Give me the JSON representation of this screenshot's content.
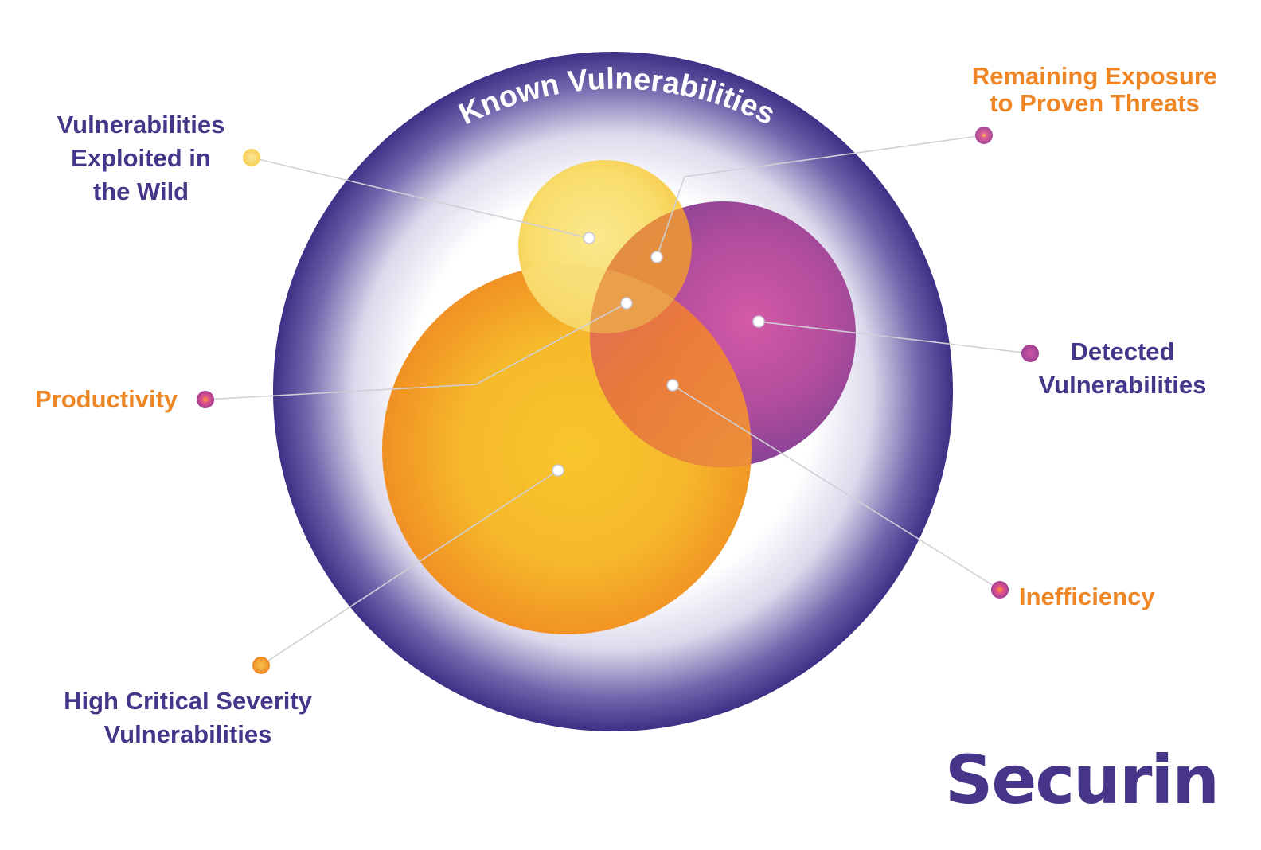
{
  "diagram": {
    "outer_arc_label": "Known Vulnerabilities",
    "labels": {
      "exploited_wild": [
        "Vulnerabilities",
        "Exploited in",
        "the Wild"
      ],
      "remaining_exposure": [
        "Remaining Exposure",
        "to Proven Threats"
      ],
      "detected": [
        "Detected",
        "Vulnerabilities"
      ],
      "productivity": "Productivity",
      "inefficiency": "Inefficiency",
      "high_critical": [
        "High Critical Severity",
        "Vulnerabilities"
      ]
    },
    "logo": "Securin"
  },
  "colors": {
    "outer_ring": "#3f2f86",
    "yellow_circle": "#f8d964",
    "magenta_circle": "#c04d9f",
    "orange_circle": "#f6b92c",
    "label_purple": "#463588",
    "label_orange": "#ef8625",
    "logo_accent": "#ef8625"
  }
}
